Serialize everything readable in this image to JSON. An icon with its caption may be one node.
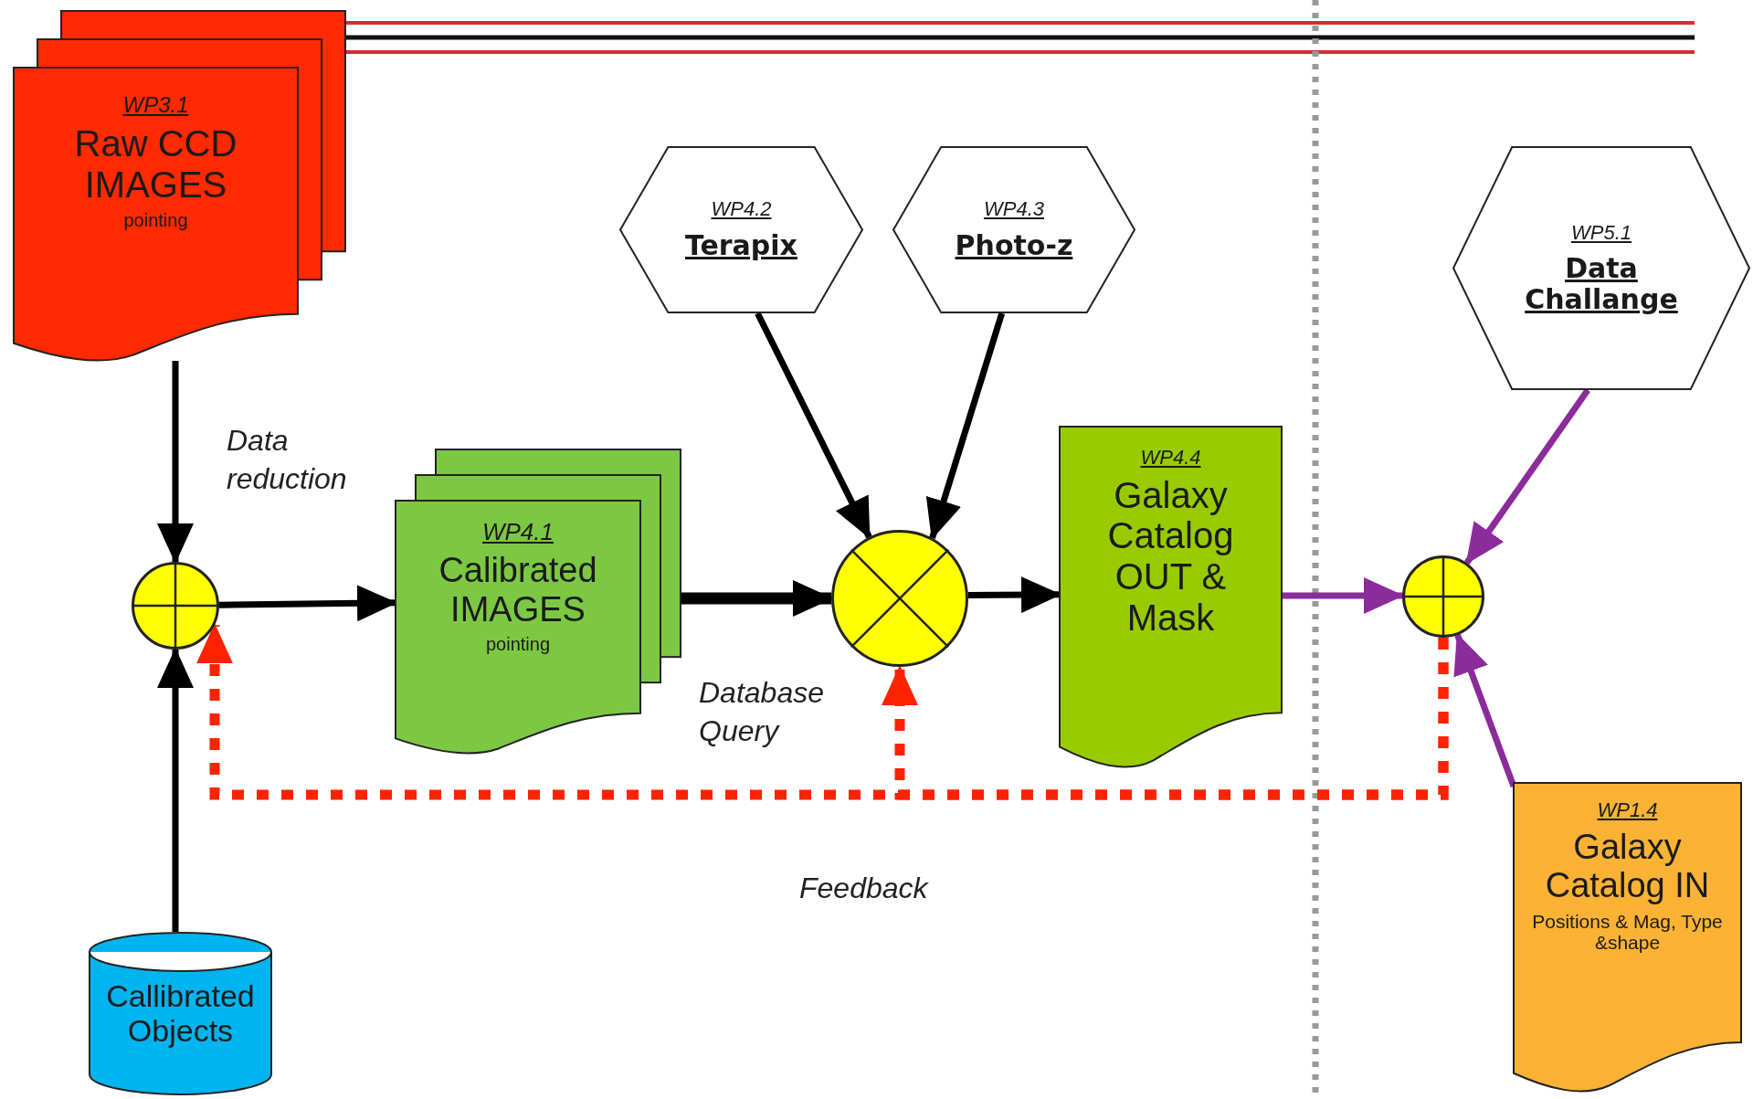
{
  "diagram": {
    "nodes": [
      {
        "text": [
          "WP3.1",
          "Raw CCD IMAGES",
          "pointing"
        ]
      },
      {
        "text": [
          "WP4.2",
          "Terapix"
        ]
      },
      {
        "text": [
          "WP4.3",
          "Photo-z"
        ]
      },
      {
        "text": [
          "WP5.1",
          "Data Challange"
        ]
      },
      {
        "text": [],
        "shape": "circle"
      },
      {
        "text": [
          "WP4.1",
          "Calibrated IMAGES",
          "pointing"
        ]
      },
      {
        "text": [],
        "shape": "circle"
      },
      {
        "text": [
          "WP4.4",
          "Galaxy Catalog OUT & Mask"
        ]
      },
      {
        "text": [],
        "shape": "circle"
      },
      {
        "text": [
          "WP1.4",
          "Galaxy Catalog IN",
          "Positions & Mag, Type &shape"
        ]
      },
      {
        "text": [
          "Callibrated Objects"
        ]
      }
    ],
    "edges": [
      {
        "from": 0,
        "to": 4,
        "arrow": "to"
      },
      {
        "from": 10,
        "to": 4,
        "arrow": "to"
      },
      {
        "from": 4,
        "to": 5,
        "arrow": "to"
      },
      {
        "from": 5,
        "to": 6,
        "arrow": "to",
        "style": "thick"
      },
      {
        "from": 1,
        "to": 6,
        "arrow": "to"
      },
      {
        "from": 2,
        "to": 6,
        "arrow": "to"
      },
      {
        "from": 6,
        "to": 7,
        "arrow": "to"
      },
      {
        "from": 7,
        "to": 8,
        "arrow": "to",
        "color": "#8b2c9b"
      },
      {
        "from": 3,
        "to": 8,
        "arrow": "to",
        "color": "#8b2c9b"
      },
      {
        "from": 9,
        "to": 8,
        "arrow": "to",
        "color": "#8b2c9b"
      },
      {
        "from": 8,
        "to": 4,
        "arrow": "to",
        "style": "dashed",
        "color": "#ff2200"
      },
      {
        "from": 8,
        "to": 6,
        "arrow": "to",
        "style": "dashed",
        "color": "#ff2200"
      }
    ],
    "labels": [
      "Data reduction",
      "Database Query",
      "Feedback"
    ]
  }
}
